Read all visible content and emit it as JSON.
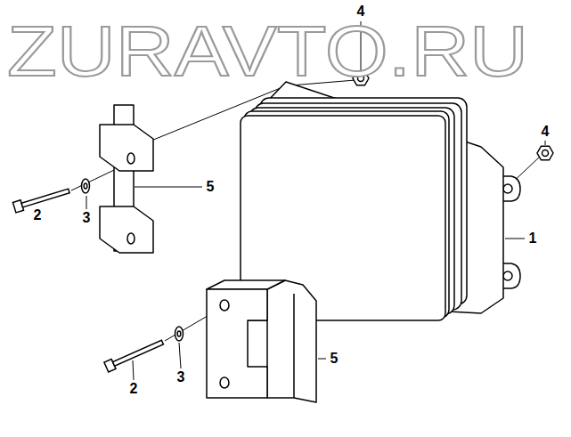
{
  "diagram": {
    "labels": [
      "ZURAVTO.RU",
      "4",
      "4",
      "5",
      "2",
      "3",
      "1",
      "5",
      "3",
      "2"
    ]
  }
}
